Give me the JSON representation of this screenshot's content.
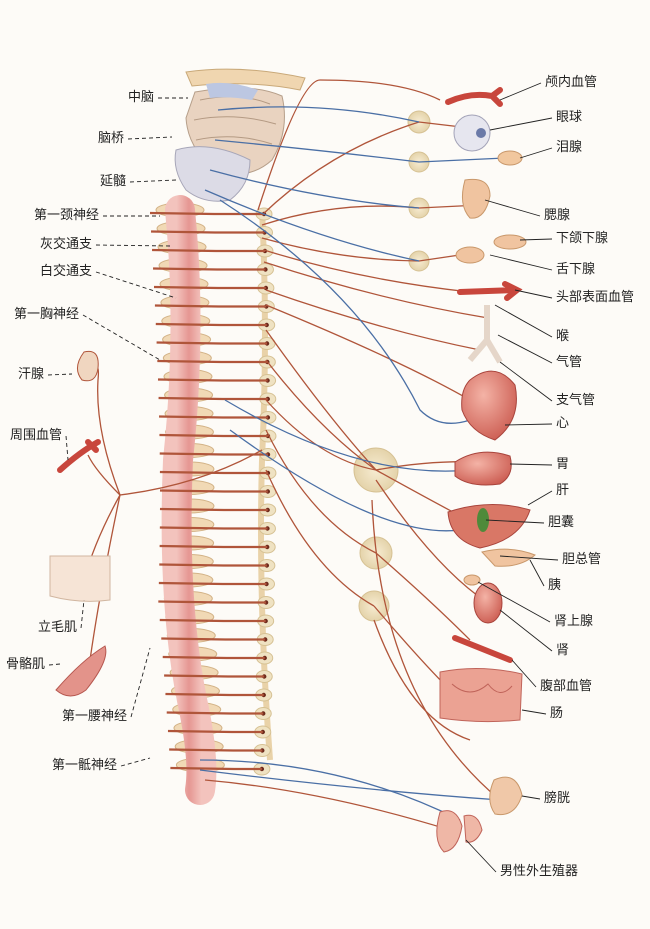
{
  "labels_left": [
    {
      "id": "midbrain",
      "text": "中脑"
    },
    {
      "id": "pons",
      "text": "脑桥"
    },
    {
      "id": "medulla",
      "text": "延髓"
    },
    {
      "id": "c1",
      "text": "第一颈神经"
    },
    {
      "id": "gray-ramus",
      "text": "灰交通支"
    },
    {
      "id": "white-ramus",
      "text": "白交通支"
    },
    {
      "id": "t1",
      "text": "第一胸神经"
    },
    {
      "id": "sweat-gland",
      "text": "汗腺"
    },
    {
      "id": "peripheral-vessel",
      "text": "周围血管"
    },
    {
      "id": "arrector-pili",
      "text": "立毛肌"
    },
    {
      "id": "skeletal-muscle",
      "text": "骨骼肌"
    },
    {
      "id": "l1",
      "text": "第一腰神经"
    },
    {
      "id": "s1",
      "text": "第一骶神经"
    }
  ],
  "labels_right": [
    {
      "id": "cranial-vessels",
      "text": "颅内血管"
    },
    {
      "id": "eye",
      "text": "眼球"
    },
    {
      "id": "lacrimal",
      "text": "泪腺"
    },
    {
      "id": "parotid",
      "text": "腮腺"
    },
    {
      "id": "submandibular",
      "text": "下颌下腺"
    },
    {
      "id": "sublingual",
      "text": "舌下腺"
    },
    {
      "id": "head-vessels",
      "text": "头部表面血管"
    },
    {
      "id": "larynx",
      "text": "喉"
    },
    {
      "id": "trachea",
      "text": "气管"
    },
    {
      "id": "bronchi",
      "text": "支气管"
    },
    {
      "id": "heart",
      "text": "心"
    },
    {
      "id": "stomach",
      "text": "胃"
    },
    {
      "id": "liver",
      "text": "肝"
    },
    {
      "id": "gallbladder",
      "text": "胆囊"
    },
    {
      "id": "bile-duct",
      "text": "胆总管"
    },
    {
      "id": "pancreas",
      "text": "胰"
    },
    {
      "id": "adrenal",
      "text": "肾上腺"
    },
    {
      "id": "kidney",
      "text": "肾"
    },
    {
      "id": "abdominal-vessels",
      "text": "腹部血管"
    },
    {
      "id": "intestine",
      "text": "肠"
    },
    {
      "id": "bladder",
      "text": "膀胱"
    },
    {
      "id": "genitals",
      "text": "男性外生殖器"
    }
  ],
  "colors": {
    "nerve_sympathetic": "#b0553a",
    "nerve_parasympathetic": "#4a6fa5",
    "spinal_cord": "#e8a3a0",
    "vertebra": "#f1d9b5",
    "ganglion": "#efe2c2",
    "organ": "#e2837a",
    "background": "#fdfbf7"
  }
}
